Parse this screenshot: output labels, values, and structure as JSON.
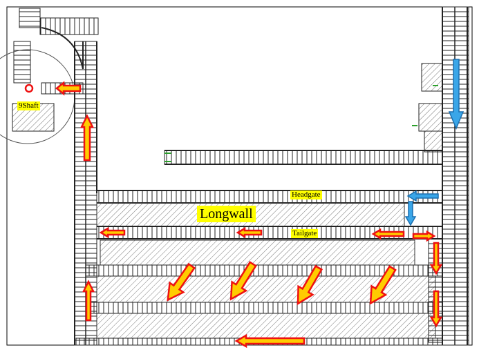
{
  "labels": {
    "shaft": "9Shaft",
    "headgate": "Headgate",
    "longwall": "Longwall",
    "tailgate": "Tailgate"
  },
  "colors": {
    "intake_arrow_fill": "#ffcc00",
    "intake_arrow_stroke": "#ee1111",
    "return_arrow_fill": "#3aa6e8",
    "label_background": "#ffff00",
    "gob_hatch": "#555555",
    "entry_lines": "#333333"
  },
  "icons": {
    "shaft_marker": "red-circle",
    "airflow_intake": "yellow-red-arrow",
    "airflow_return": "blue-arrow"
  }
}
